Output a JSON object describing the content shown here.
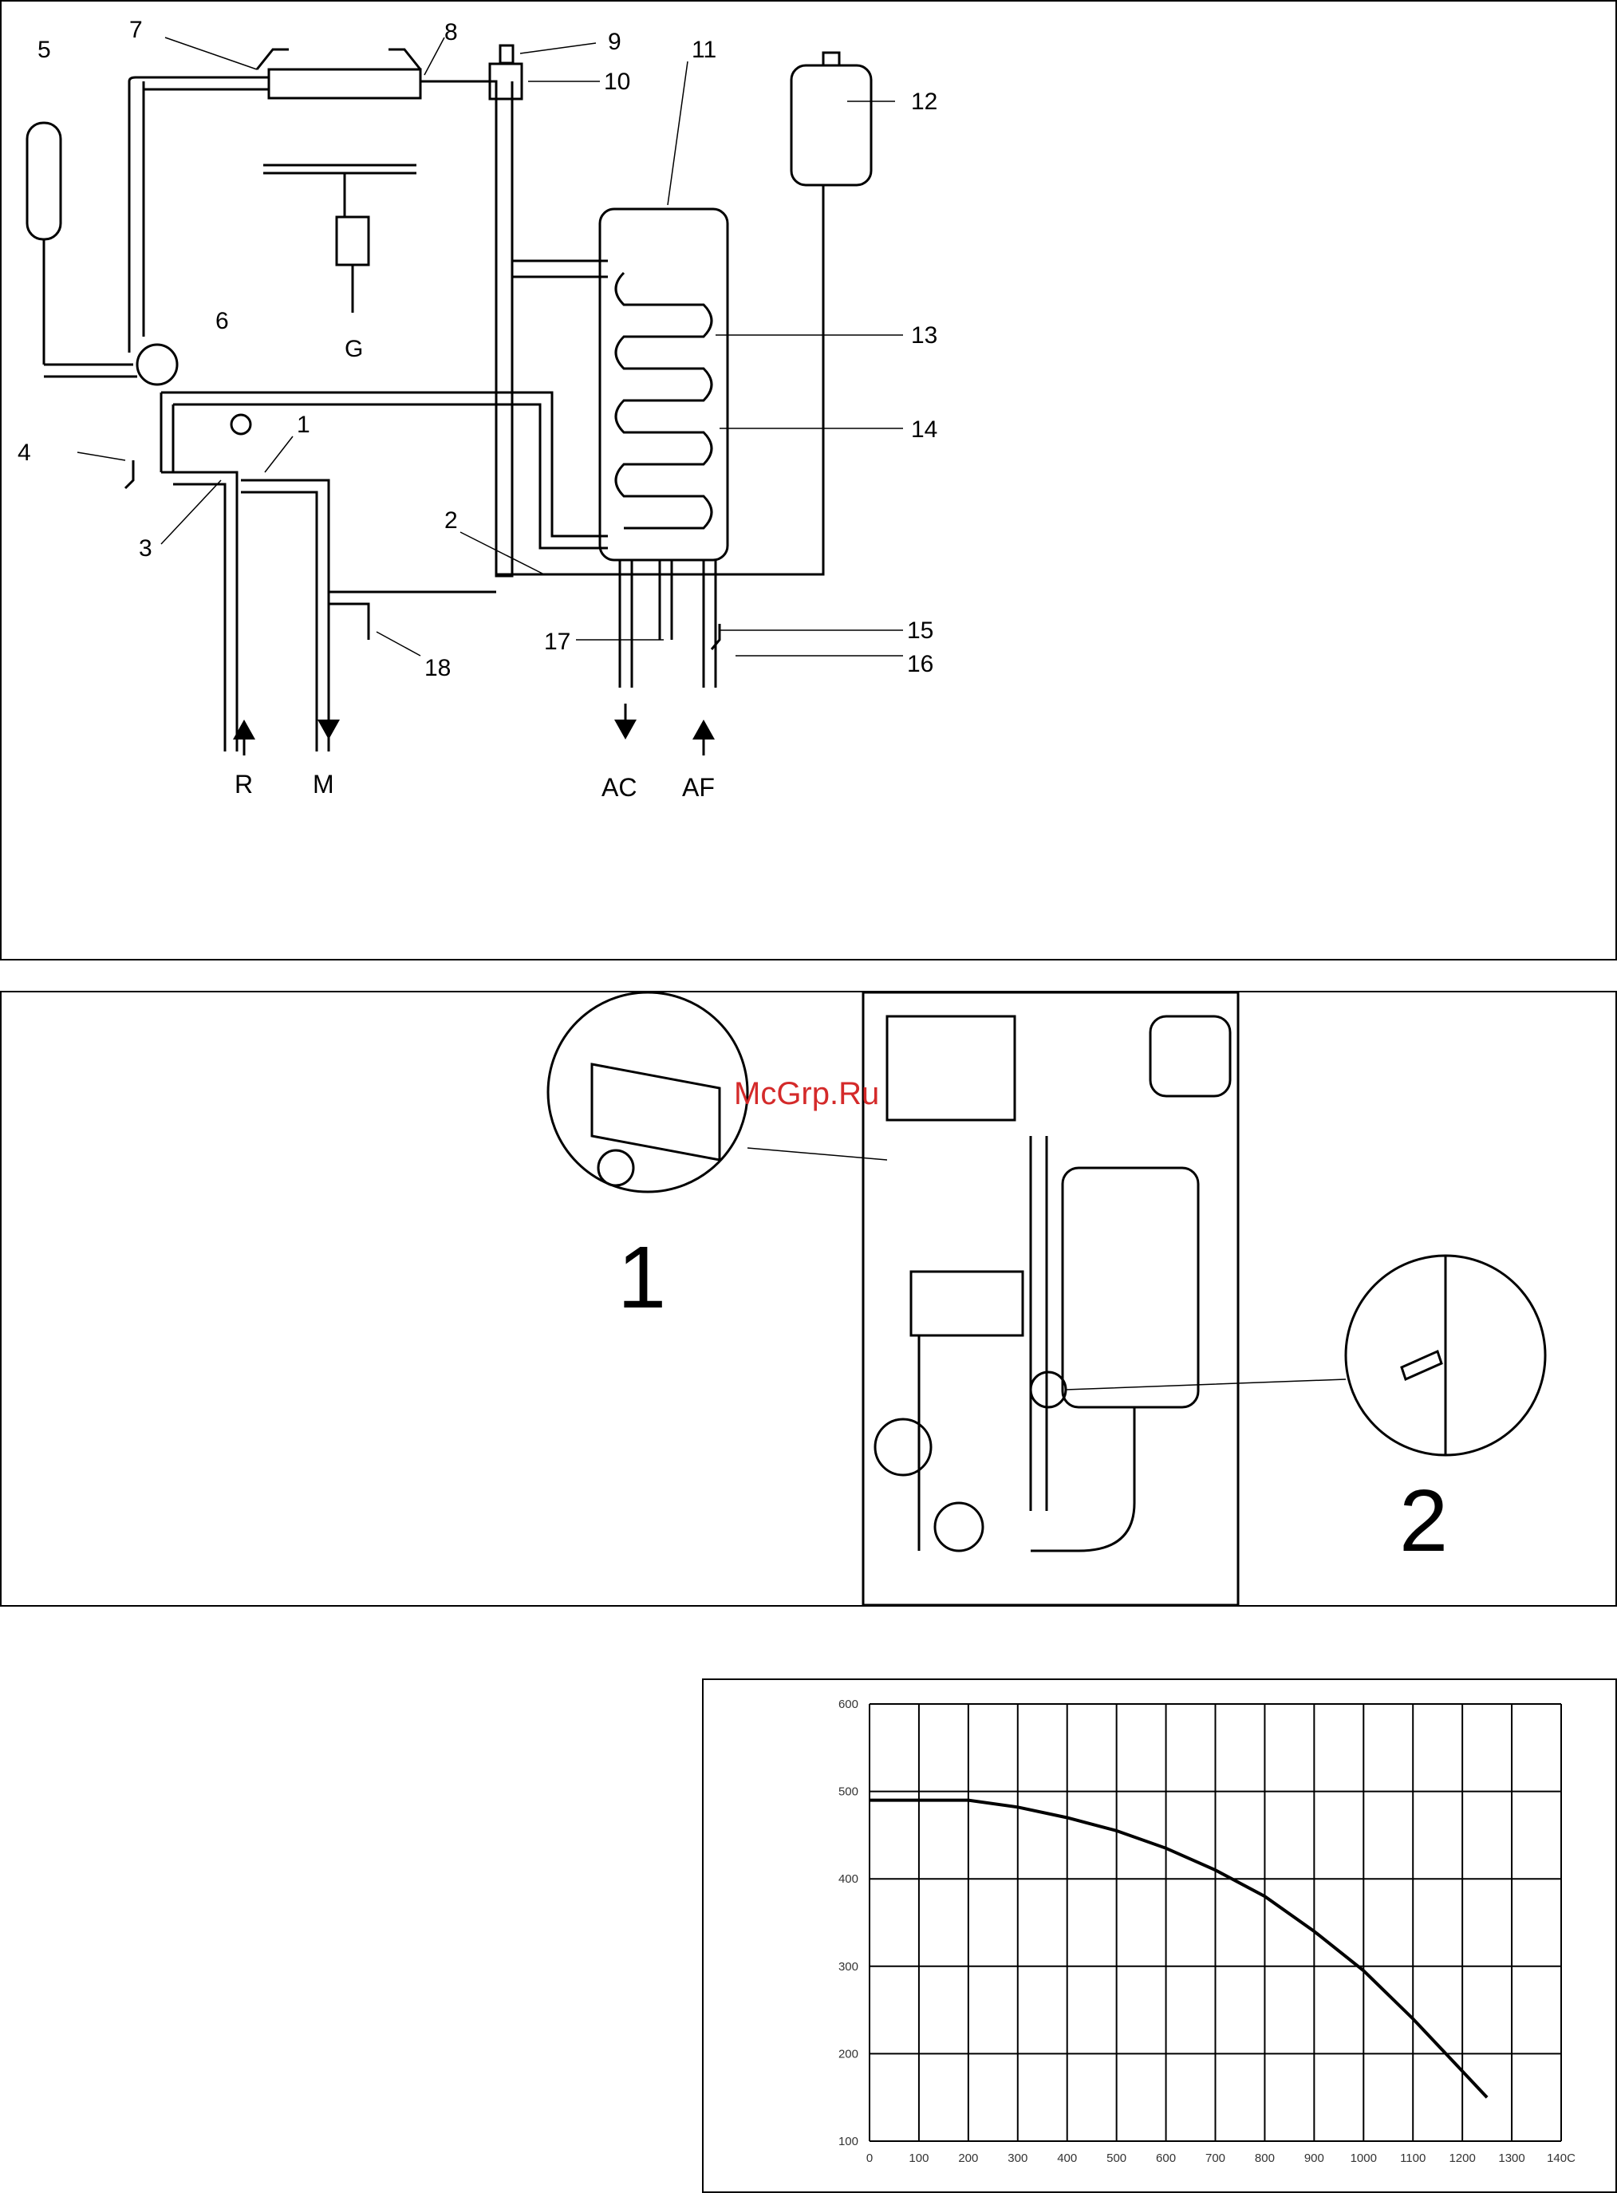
{
  "schematic": {
    "callouts": [
      {
        "id": "1",
        "text": "1"
      },
      {
        "id": "2",
        "text": "2"
      },
      {
        "id": "3",
        "text": "3"
      },
      {
        "id": "4",
        "text": "4"
      },
      {
        "id": "5",
        "text": "5"
      },
      {
        "id": "6",
        "text": "6"
      },
      {
        "id": "7",
        "text": "7"
      },
      {
        "id": "8",
        "text": "8"
      },
      {
        "id": "9",
        "text": "9"
      },
      {
        "id": "10",
        "text": "10"
      },
      {
        "id": "11",
        "text": "11"
      },
      {
        "id": "12",
        "text": "12"
      },
      {
        "id": "13",
        "text": "13"
      },
      {
        "id": "14",
        "text": "14"
      },
      {
        "id": "15",
        "text": "15"
      },
      {
        "id": "16",
        "text": "16"
      },
      {
        "id": "17",
        "text": "17"
      },
      {
        "id": "18",
        "text": "18"
      }
    ],
    "gas_label": "G",
    "flows": [
      {
        "id": "R",
        "text": "R",
        "direction": "up"
      },
      {
        "id": "M",
        "text": "M",
        "direction": "down"
      },
      {
        "id": "AC",
        "text": "AC",
        "direction": "down"
      },
      {
        "id": "AF",
        "text": "AF",
        "direction": "up"
      }
    ]
  },
  "photo": {
    "watermark": "McGrp.Ru",
    "detail_labels": [
      "1",
      "2"
    ]
  },
  "chart_data": {
    "type": "line",
    "title": "",
    "xlabel": "",
    "ylabel": "",
    "xlim": [
      0,
      1400
    ],
    "ylim": [
      100,
      600
    ],
    "x_ticks": [
      "0",
      "100",
      "200",
      "300",
      "400",
      "500",
      "600",
      "700",
      "800",
      "900",
      "1000",
      "1100",
      "1200",
      "1300",
      "140C"
    ],
    "y_ticks": [
      "600",
      "500",
      "400",
      "300",
      "200",
      "100"
    ],
    "grid": true,
    "series": [
      {
        "x": [
          0,
          100,
          200,
          300,
          400,
          500,
          600,
          700,
          800,
          900,
          1000,
          1100,
          1200,
          1250
        ],
        "y": [
          490,
          490,
          490,
          482,
          470,
          455,
          435,
          410,
          380,
          340,
          295,
          240,
          180,
          150
        ]
      }
    ]
  }
}
